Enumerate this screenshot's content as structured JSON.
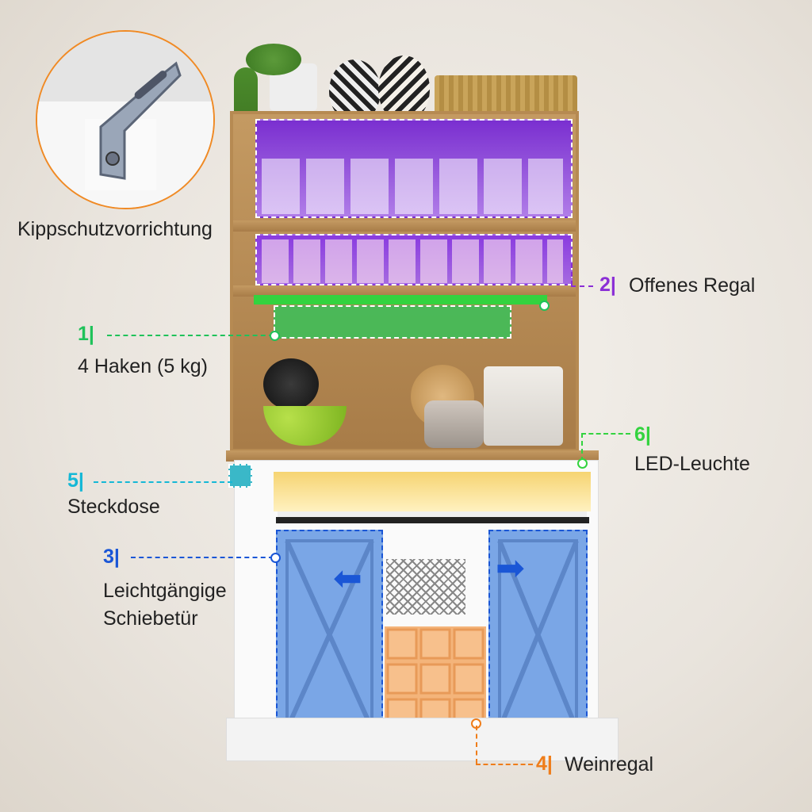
{
  "colors": {
    "purple": "#8b2fd6",
    "green": "#1fc25a",
    "blue": "#1a56d6",
    "orange": "#ef7d1a",
    "cyan": "#15b8d6",
    "bright_green": "#33d33f"
  },
  "inset": {
    "label": "Kippschutzvorrichtung",
    "icon": "anti-tip-bracket"
  },
  "callouts": [
    {
      "num": "2|",
      "label": "Offenes Regal"
    },
    {
      "num": "1|",
      "label": "4 Haken (5 kg)"
    },
    {
      "num": "6|",
      "label": "LED-Leuchte"
    },
    {
      "num": "5|",
      "label": "Steckdose"
    },
    {
      "num": "3|",
      "label_line1": "Leichtgängige",
      "label_line2": "Schiebetür"
    },
    {
      "num": "4|",
      "label": "Weinregal"
    }
  ]
}
